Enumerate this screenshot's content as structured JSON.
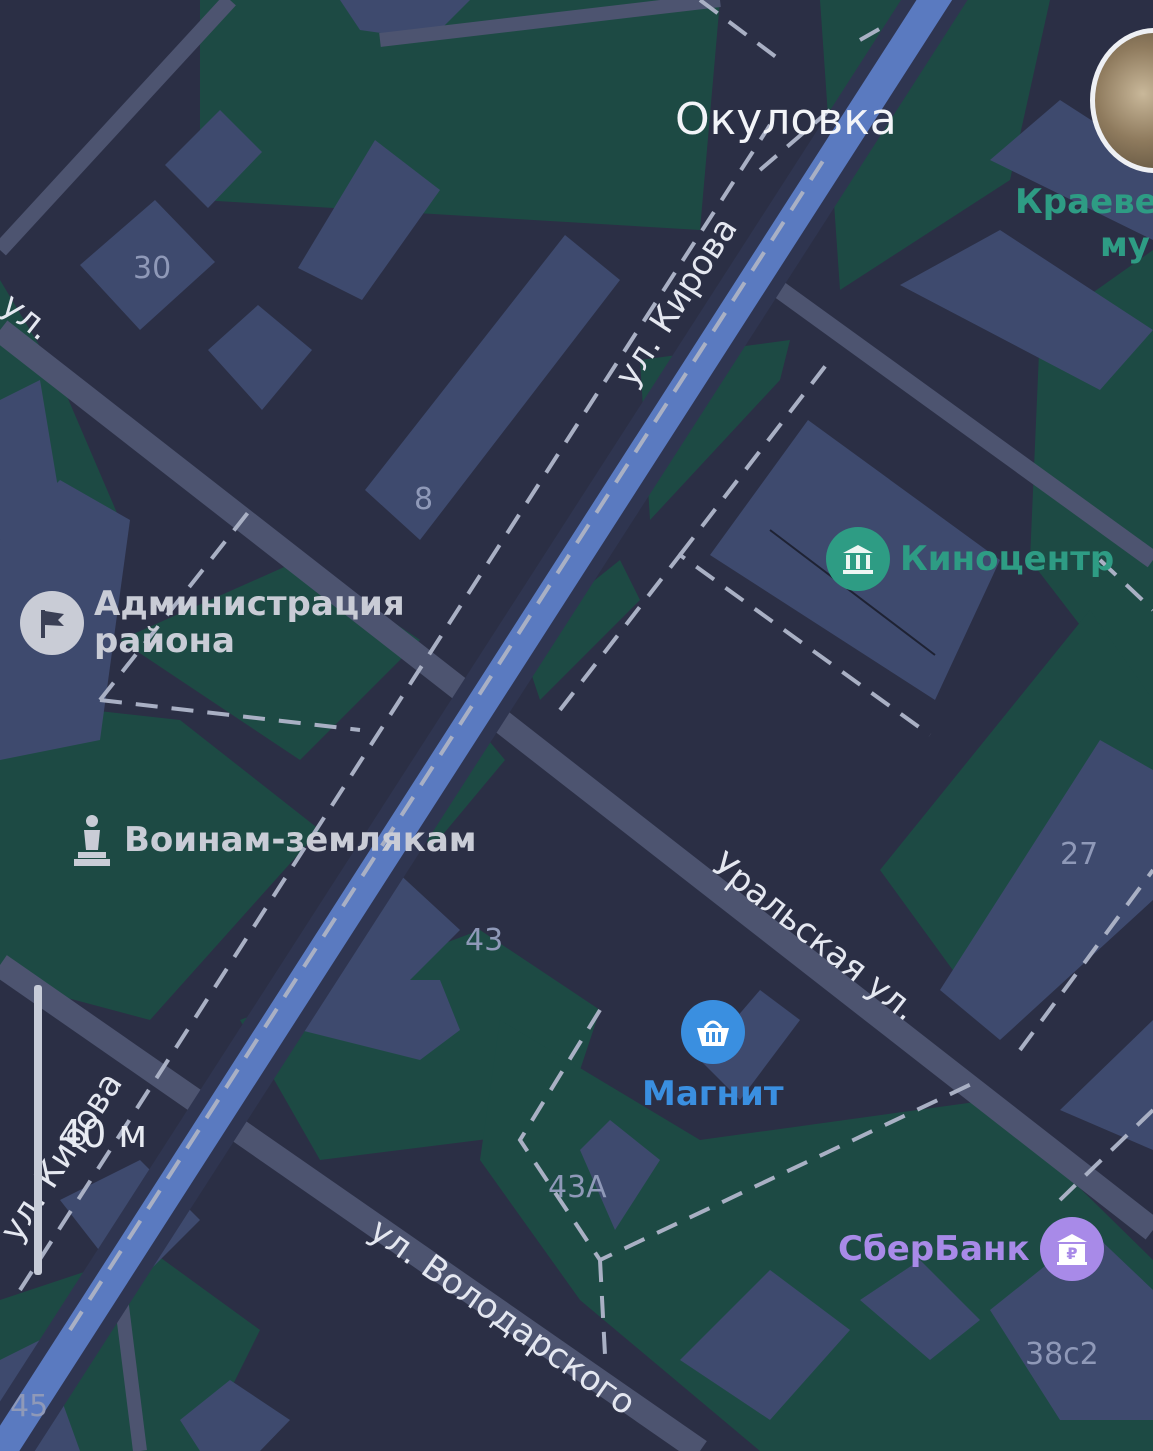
{
  "place": {
    "name": "Окуловка"
  },
  "streets": {
    "kirova_top": "ул. Кирова",
    "kirova_bottom": "ул. Кирова",
    "uralskaya": "Уральская ул.",
    "volodarskogo": "ул. Володарского",
    "edge_left": "ул."
  },
  "houses": [
    "30",
    "8",
    "27",
    "43",
    "43А",
    "38с2",
    "45"
  ],
  "pois": {
    "administration": {
      "label_line1": "Администрация",
      "label_line2": "района",
      "icon": "flag-icon",
      "color": "#c9ccd6"
    },
    "kinocentr": {
      "label": "Киноцентр",
      "icon": "museum-icon",
      "color": "#2e9c84"
    },
    "voinam": {
      "label": "Воинам-землякам",
      "icon": "monument-icon",
      "color": "#c9ccd6"
    },
    "magnit": {
      "label": "Магнит",
      "icon": "shopping-basket-icon",
      "color": "#3a8fe0"
    },
    "sberbank": {
      "label": "СберБанк",
      "icon": "bank-icon",
      "color": "#a88ae8"
    },
    "museum": {
      "label_line1": "Краевед",
      "label_line2": "му",
      "color": "#2e9c84"
    }
  },
  "scale": {
    "label": "40 м"
  },
  "colors": {
    "background": "#2b2f45",
    "green": "#1d4a44",
    "building": "#3e4a6e",
    "road": "#4d5470",
    "main_road": "#5a7ac0"
  }
}
